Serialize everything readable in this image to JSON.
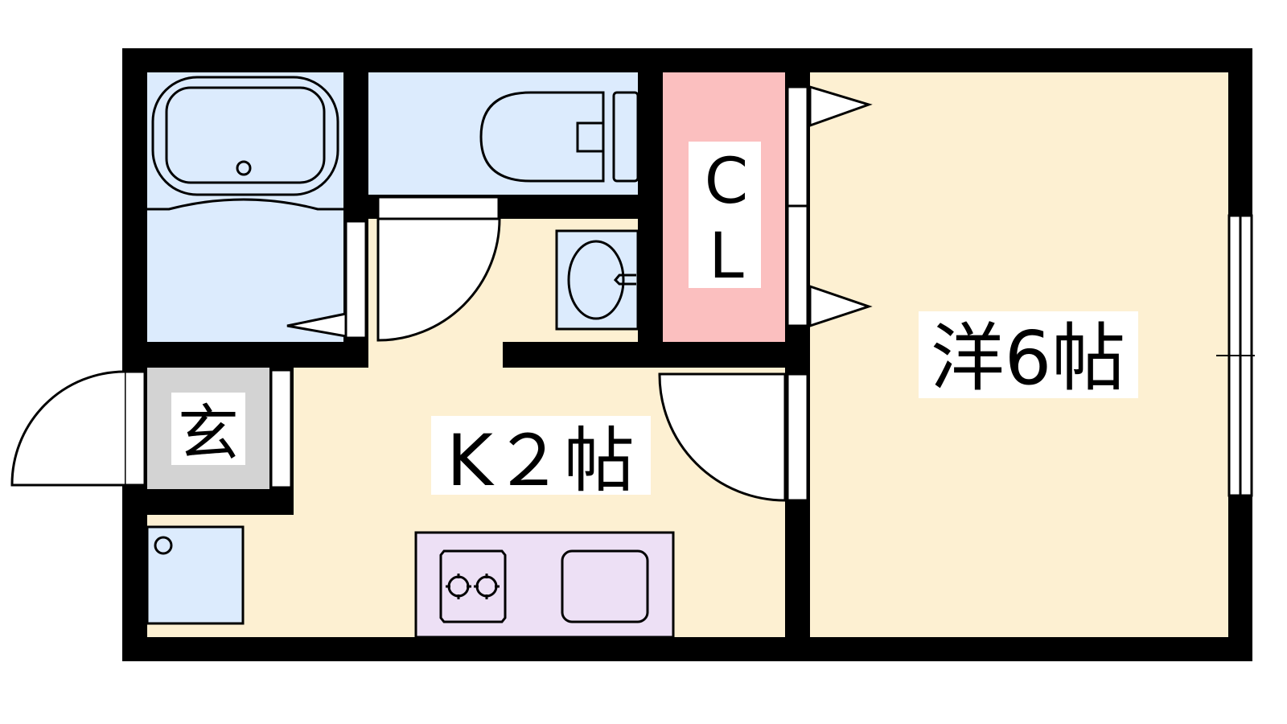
{
  "rooms": {
    "western": {
      "label": "洋6帖"
    },
    "kitchen": {
      "label": "K２帖"
    },
    "closet": {
      "label_line1": "C",
      "label_line2": "L"
    },
    "entrance": {
      "label": "玄"
    }
  },
  "colors": {
    "wall": "#000000",
    "wet_area": "#dcebfd",
    "living": "#fdf0d2",
    "closet": "#fbbfbf",
    "entrance": "#d3d3d3",
    "kitchen_counter": "#ede0f5"
  }
}
